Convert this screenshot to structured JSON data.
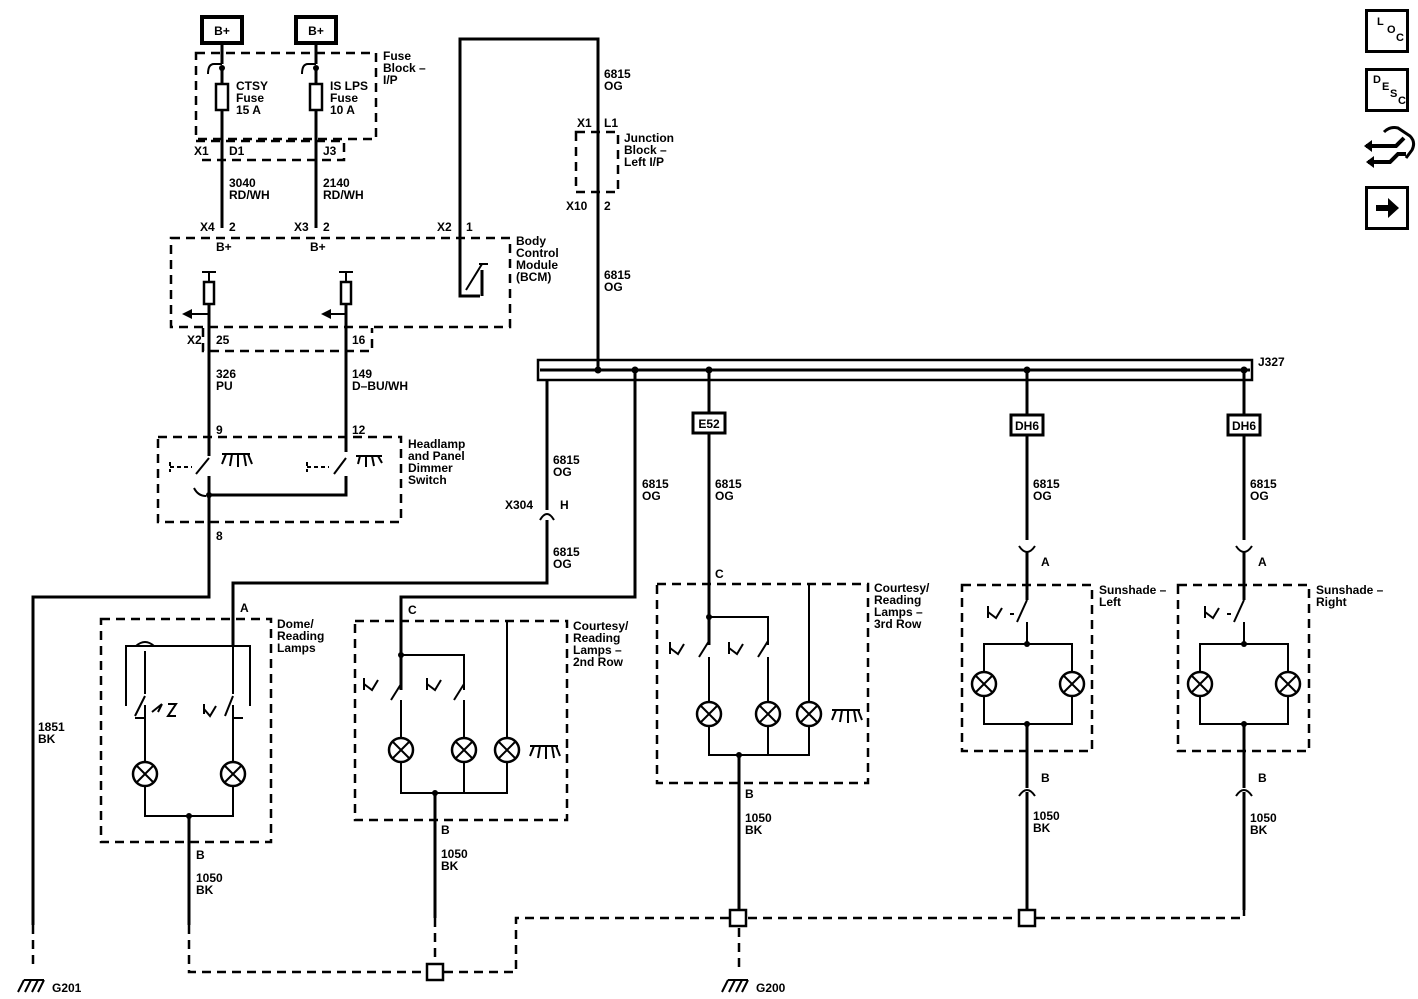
{
  "power": {
    "b1": "B+",
    "b2": "B+"
  },
  "fuse_block": {
    "name_1": "Fuse",
    "name_2": "Block –",
    "name_3": "I/P",
    "ctsy_1": "CTSY",
    "ctsy_2": "Fuse",
    "ctsy_3": "15 A",
    "islps_1": "IS LPS",
    "islps_2": "Fuse",
    "islps_3": "10 A",
    "conn": "X1",
    "pin_d1": "D1",
    "pin_j3": "J3"
  },
  "wires": {
    "w3040": "3040",
    "w3040c": "RD/WH",
    "w2140": "2140",
    "w2140c": "RD/WH",
    "og": "OG",
    "c6815": "6815",
    "w326": "326",
    "w326c": "PU",
    "w149": "149",
    "w149c": "D–BU/WH",
    "w1851": "1851",
    "bk": "BK",
    "c1050": "1050"
  },
  "junction": {
    "x1": "X1",
    "l1": "L1",
    "x10": "X10",
    "p2": "2",
    "name_1": "Junction",
    "name_2": "Block –",
    "name_3": "Left I/P"
  },
  "bcm": {
    "x4": "X4",
    "p2a": "2",
    "x3": "X3",
    "p2b": "2",
    "x2top": "X2",
    "p1": "1",
    "bplus1": "B+",
    "bplus2": "B+",
    "x2bot": "X2",
    "p25": "25",
    "p16": "16",
    "name_1": "Body",
    "name_2": "Control",
    "name_3": "Module",
    "name_4": "(BCM)"
  },
  "dimmer": {
    "p9": "9",
    "p12": "12",
    "p8": "8",
    "name_1": "Headlamp",
    "name_2": "and Panel",
    "name_3": "Dimmer",
    "name_4": "Switch"
  },
  "splice": {
    "j327": "J327",
    "e52": "E52",
    "dh6a": "DH6",
    "dh6b": "DH6"
  },
  "connectors": {
    "x304": "X304",
    "h": "H",
    "a": "A",
    "b": "B",
    "c": "C"
  },
  "dome": {
    "name_1": "Dome/",
    "name_2": "Reading",
    "name_3": "Lamps"
  },
  "row2": {
    "name_1": "Courtesy/",
    "name_2": "Reading",
    "name_3": "Lamps –",
    "name_4": "2nd Row"
  },
  "row3": {
    "name_1": "Courtesy/",
    "name_2": "Reading",
    "name_3": "Lamps –",
    "name_4": "3rd Row"
  },
  "sun_left": {
    "name_1": "Sunshade –",
    "name_2": "Left"
  },
  "sun_right": {
    "name_1": "Sunshade –",
    "name_2": "Right"
  },
  "grounds": {
    "g201": "G201",
    "g200": "G200"
  },
  "nav": {
    "loc_l": "L",
    "loc_o": "O",
    "loc_c": "C",
    "desc_d": "D",
    "desc_e": "E",
    "desc_s": "S",
    "desc_c": "C"
  }
}
